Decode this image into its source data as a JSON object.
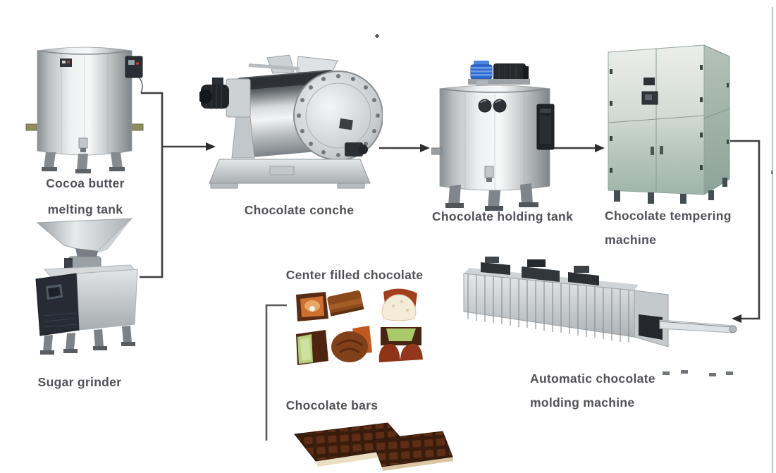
{
  "diagram": {
    "type": "process-flow",
    "subject": "Chocolate production line",
    "nodes": [
      {
        "id": "cocoa-butter-melting-tank",
        "label": "Cocoa butter melting tank",
        "line1": "Cocoa butter",
        "line2": "melting tank"
      },
      {
        "id": "sugar-grinder",
        "label": "Sugar grinder",
        "line1": "Sugar grinder"
      },
      {
        "id": "chocolate-conche",
        "label": "Chocolate conche",
        "line1": "Chocolate conche"
      },
      {
        "id": "chocolate-holding-tank",
        "label": "Chocolate holding tank",
        "line1": "Chocolate holding tank"
      },
      {
        "id": "chocolate-tempering-machine",
        "label": "Chocolate tempering machine",
        "line1": "Chocolate tempering",
        "line2": "machine"
      },
      {
        "id": "automatic-chocolate-molding-machine",
        "label": "Automatic chocolate molding machine",
        "line1": "Automatic chocolate",
        "line2": "molding machine"
      },
      {
        "id": "center-filled-chocolate",
        "label": "Center filled chocolate",
        "line1": "Center filled chocolate"
      },
      {
        "id": "chocolate-bars",
        "label": "Chocolate bars",
        "line1": "Chocolate bars"
      }
    ],
    "edges": [
      {
        "from": [
          "cocoa-butter-melting-tank",
          "sugar-grinder"
        ],
        "to": "chocolate-conche"
      },
      {
        "from": [
          "chocolate-conche"
        ],
        "to": "chocolate-holding-tank"
      },
      {
        "from": [
          "chocolate-holding-tank"
        ],
        "to": "chocolate-tempering-machine"
      },
      {
        "from": [
          "chocolate-tempering-machine"
        ],
        "to": "automatic-chocolate-molding-machine"
      },
      {
        "from": [
          "automatic-chocolate-molding-machine"
        ],
        "to": [
          "center-filled-chocolate",
          "chocolate-bars"
        ]
      }
    ],
    "products": [
      "Center filled chocolate",
      "Chocolate bars"
    ],
    "colors": {
      "label_text": "#515158",
      "connector": "#3d3d40",
      "steel_light": "#f3f4f5",
      "steel_mid": "#aab0b4",
      "steel_dark": "#6d7478",
      "panel_dark": "#24272e",
      "motor_blue": "#2d6bd2",
      "cabinet_green": "#b9c8c0",
      "chocolate_dark": "#3a1d0e",
      "chocolate_milk": "#8a4a1e",
      "filling_orange": "#cd6f2e",
      "filling_green": "#b3cf7d",
      "filling_cream": "#f3ecd9"
    }
  }
}
